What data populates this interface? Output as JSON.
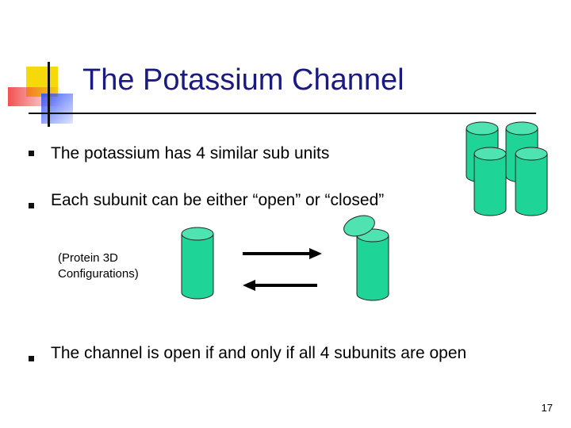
{
  "slide": {
    "title": "The Potassium Channel",
    "bullets": [
      "The potassium has 4 similar sub units",
      "Each subunit can be either “open” or “closed”",
      "The channel is open if and only if all 4 subunits are open"
    ],
    "note": "(Protein 3D\nConfigurations)",
    "page_number": "17"
  },
  "colors": {
    "title": "#1a1a80",
    "cylinder": "#1ed597",
    "cylinder_top": "#4fe3b2",
    "logo_yellow": "#f5d90a",
    "logo_red": "#ef3e3e",
    "logo_blue": "#2f52ff"
  },
  "icons": {
    "bullet": "square-bullet",
    "logo": "quadrant-logo",
    "closed_subunit": "cylinder",
    "open_subunit": "cylinder-with-lid",
    "channel": "four-cylinders",
    "transition": "double-arrow"
  }
}
